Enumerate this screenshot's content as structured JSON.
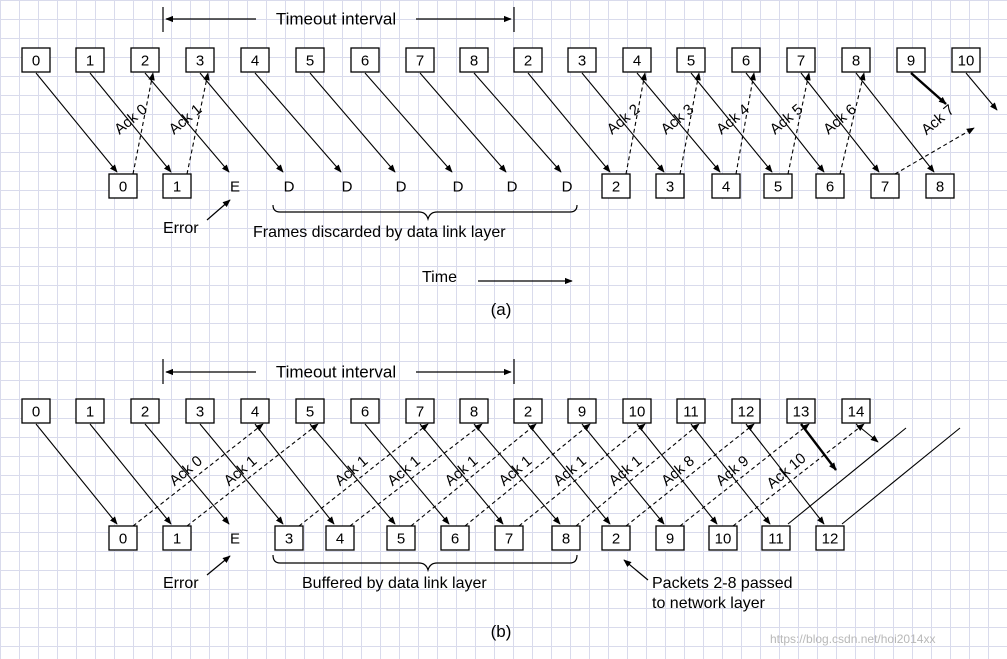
{
  "colors": {
    "line": "#000000",
    "grid": "#d9dbec",
    "watermark": "#b8b8b8"
  },
  "panel_a": {
    "caption": "(a)",
    "timeout_label": "Timeout interval",
    "sender_frames": [
      "0",
      "1",
      "2",
      "3",
      "4",
      "5",
      "6",
      "7",
      "8",
      "2",
      "3",
      "4",
      "5",
      "6",
      "7",
      "8",
      "9",
      "10"
    ],
    "receiver_frames": [
      "0",
      "1",
      "E",
      "D",
      "D",
      "D",
      "D",
      "D",
      "D",
      "2",
      "3",
      "4",
      "5",
      "6",
      "7",
      "8"
    ],
    "acks": [
      "Ack 0",
      "Ack 1",
      "Ack 2",
      "Ack 3",
      "Ack 4",
      "Ack 5",
      "Ack 6",
      "Ack 7"
    ],
    "error_label": "Error",
    "discard_label": "Frames discarded by data link layer",
    "time_label": "Time"
  },
  "panel_b": {
    "caption": "(b)",
    "timeout_label": "Timeout interval",
    "sender_frames": [
      "0",
      "1",
      "2",
      "3",
      "4",
      "5",
      "6",
      "7",
      "8",
      "2",
      "9",
      "10",
      "11",
      "12",
      "13",
      "14"
    ],
    "receiver_frames": [
      "0",
      "1",
      "E",
      "3",
      "4",
      "5",
      "6",
      "7",
      "8",
      "2",
      "9",
      "10",
      "11",
      "12"
    ],
    "acks": [
      "Ack 0",
      "Ack 1",
      "Ack 1",
      "Ack 1",
      "Ack 1",
      "Ack 1",
      "Ack 1",
      "Ack 1",
      "Ack 8",
      "Ack 9",
      "Ack 10"
    ],
    "error_label": "Error",
    "buffer_label": "Buffered by data link layer",
    "passed_label_line1": "Packets 2-8 passed",
    "passed_label_line2": "to network layer"
  },
  "watermark": "https://blog.csdn.net/hoi2014xx"
}
